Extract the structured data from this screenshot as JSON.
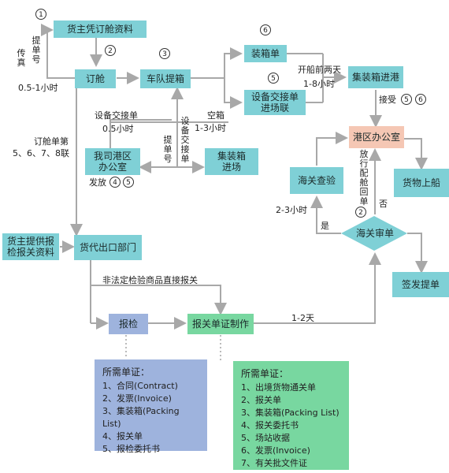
{
  "nodes": {
    "n_cargo_booking": "货主凭订舱资料",
    "n_booking": "订舱",
    "n_truck": "车队提箱",
    "n_packing_list": "装箱单",
    "n_eir_yard": "设备交接单\n进场联",
    "n_container_in": "集装箱进港",
    "n_port_office": "港区办公室",
    "n_our_office": "我司港区\n办公室",
    "n_container_yard": "集装箱\n进场",
    "n_customs_check": "海关查验",
    "n_load": "货物上船",
    "n_customs_review": "海关审单",
    "n_sign_bl": "签发提单",
    "n_shipper_docs": "货主提供报\n检报关资料",
    "n_forwarder": "货代出口部门",
    "n_inspection": "报检",
    "n_declaration": "报关单证制作"
  },
  "labels": {
    "fax": "传真",
    "bl_no_1": "提单号",
    "time_half_1h": "0.5-1小时",
    "eir": "设备交接单",
    "half_h": "0.5小时",
    "eir_v": "设备交接单",
    "bl_no_2": "提单号",
    "empty_box": "空箱",
    "hours_1_3": "1-3小时",
    "two_days_before": "开船前两天",
    "hours_1_8": "1-8小时",
    "receive": "接受",
    "booking_copies": "订舱单第",
    "copies_list": "5、6、7、8联",
    "issue": "发放",
    "release_vertical": "放行配舱回单",
    "no": "否",
    "yes": "是",
    "hours_2_3": "2-3小时",
    "direct_declare": "非法定检验商品直接报关",
    "days_1_2": "1-2天"
  },
  "circles": {
    "c1": "1",
    "c2": "2",
    "c3": "3",
    "c4": "4",
    "c5": "5",
    "c5b": "5",
    "c6": "6",
    "c6b": "6",
    "c5c": "5",
    "c2b": "2"
  },
  "docs": {
    "inspection": {
      "title": "所需单证：",
      "items": [
        "1、合同(Contract)",
        "2、发票(Invoice)",
        "3、集装箱(Packing List)",
        "4、报关单",
        "5、报检委托书"
      ]
    },
    "declaration": {
      "title": "所需单证：",
      "items": [
        "1、出境货物通关单",
        "2、报关单",
        "3、集装箱(Packing List)",
        "4、报关委托书",
        "5、场站收据",
        "6、发票(Invoice)",
        "7、有关批文件证"
      ]
    }
  },
  "colors": {
    "teal": "#7fd0d6",
    "salmon": "#f5c7b4",
    "blue": "#9eb3dd",
    "green": "#78d7a0",
    "line": "#a8a8a8"
  }
}
